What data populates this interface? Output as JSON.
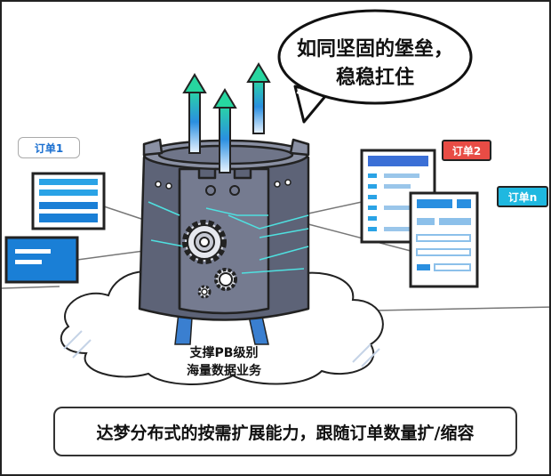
{
  "speech_bubble": {
    "line1": "如同坚固的堡垒，",
    "line2": "稳稳扛住"
  },
  "tags": {
    "order1": "订单1",
    "order2": "订单2",
    "order_n": "订单n"
  },
  "cloud": {
    "line1": "支撑PB级别",
    "line2": "海量数据业务"
  },
  "caption": "达梦分布式的按需扩展能力，跟随订单数量扩/缩容",
  "colors": {
    "tower": "#6b7184",
    "accent_blue": "#1e8fd8",
    "order2_red": "#e84c45",
    "order_n_cyan": "#1fb8e0",
    "arrow_green": "#27d6a0"
  }
}
